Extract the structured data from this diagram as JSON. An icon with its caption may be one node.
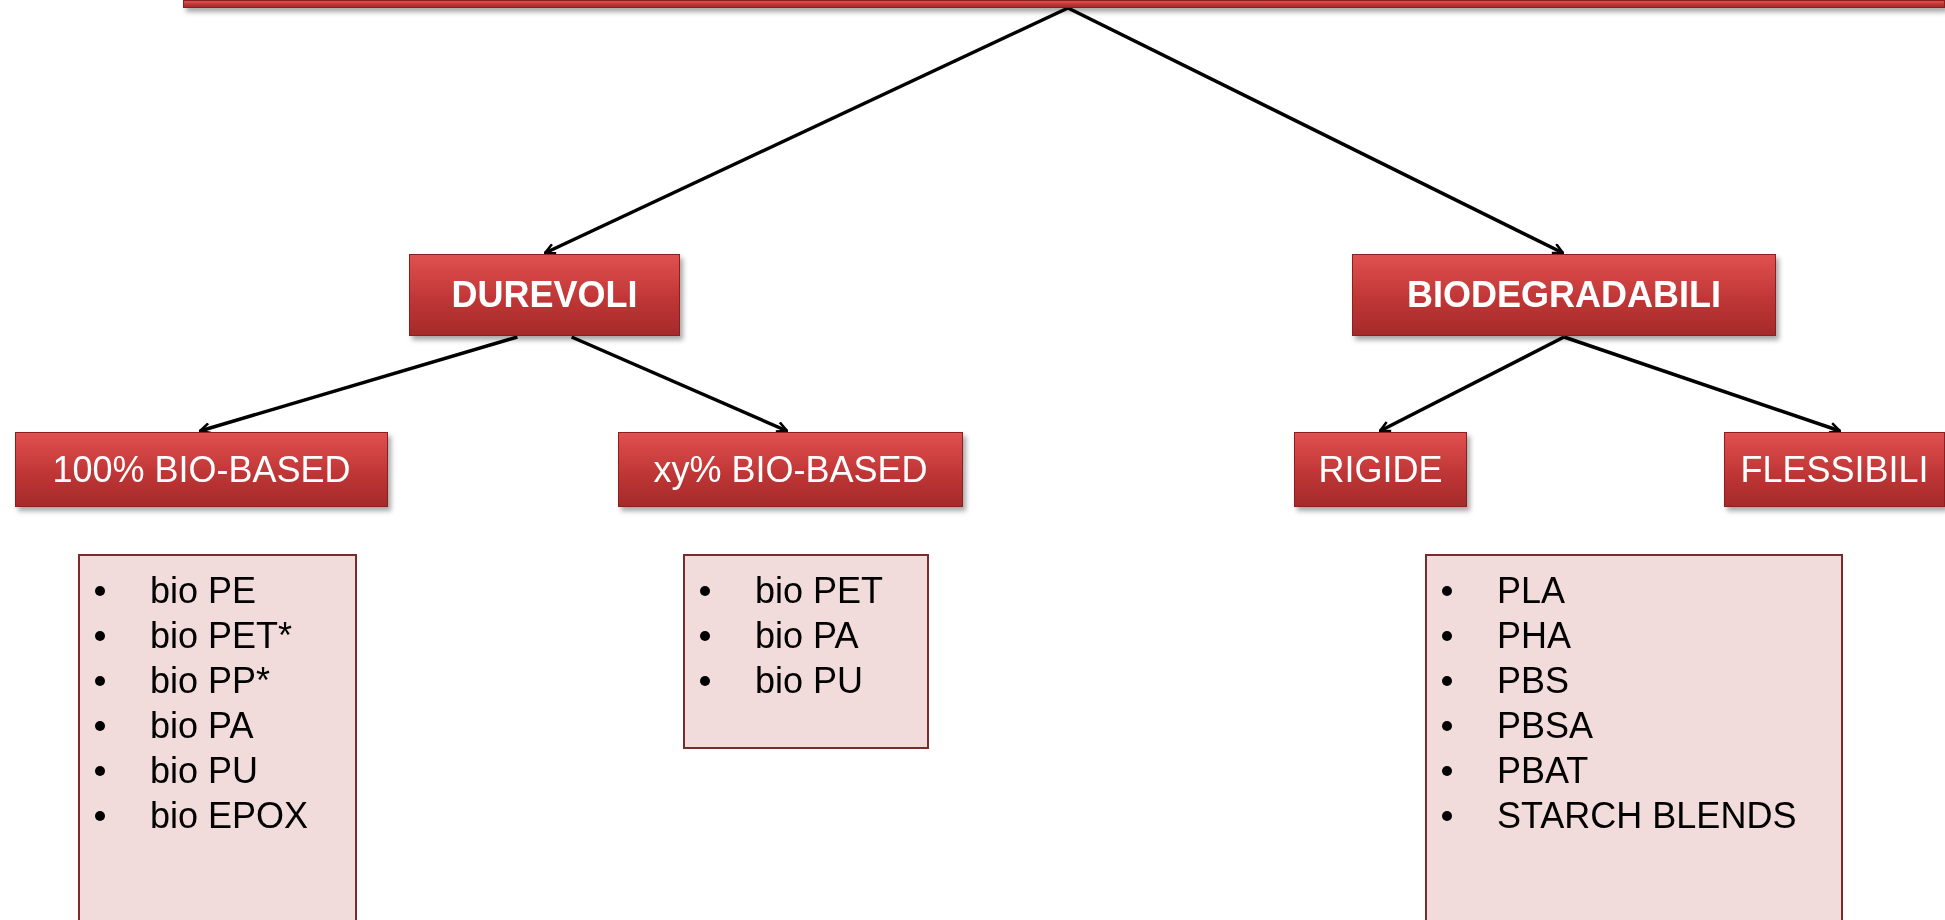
{
  "diagram": {
    "nodes": [
      {
        "text": [],
        "shape": "box"
      },
      {
        "text": [
          "DUREVOLI"
        ]
      },
      {
        "text": [
          "BIODEGRADABILI"
        ]
      },
      {
        "text": [
          "100% BIO-BASED"
        ]
      },
      {
        "text": [
          "xy% BIO-BASED"
        ]
      },
      {
        "text": [
          "RIGIDE"
        ]
      },
      {
        "text": [
          "FLESSIBILI"
        ]
      },
      {
        "text": [
          "bio PE",
          "bio PET*",
          "bio PP*",
          "bio PA",
          "bio PU",
          "bio EPOX"
        ]
      },
      {
        "text": [
          "bio PET",
          "bio PA",
          "bio PU"
        ]
      },
      {
        "text": [
          "PLA",
          "PHA",
          "PBS",
          "PBSA",
          "PBAT",
          "STARCH BLENDS"
        ]
      }
    ],
    "edges": [
      {
        "from": 0,
        "to": 1,
        "arrow": "to"
      },
      {
        "from": 0,
        "to": 2,
        "arrow": "to"
      },
      {
        "from": 1,
        "to": 3,
        "arrow": "to"
      },
      {
        "from": 1,
        "to": 4,
        "arrow": "to"
      },
      {
        "from": 2,
        "to": 5,
        "arrow": "to"
      },
      {
        "from": 2,
        "to": 6,
        "arrow": "to"
      }
    ]
  }
}
